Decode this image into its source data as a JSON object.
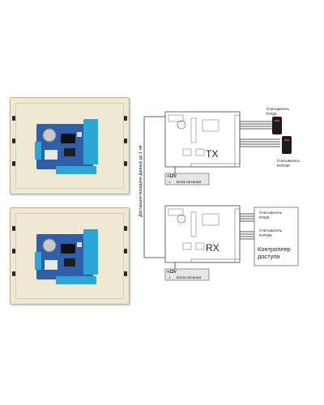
{
  "distance_label": "Дистанция передачи данных до 1 км",
  "tx": {
    "board_label": "TX",
    "power": {
      "voltage": "+12V",
      "ground": "⊥",
      "label": "Блок питания"
    },
    "reader_entry": "Считыватель входа",
    "reader_exit": "Считыватель выхода"
  },
  "rx": {
    "board_label": "RX",
    "power": {
      "voltage": "+12V",
      "ground": "⊥",
      "label": "Блок питания"
    },
    "reader_entry": "Считыватель входа",
    "reader_exit": "Считыватель выхода",
    "controller_label": "Контроллер доступа"
  },
  "colors": {
    "pcb": "#2f5fa8",
    "terminal": "#2aa7d8",
    "enclosure": "#efe9d4",
    "reader": "#1c1c1c",
    "reader_led": "#d22a2a"
  }
}
